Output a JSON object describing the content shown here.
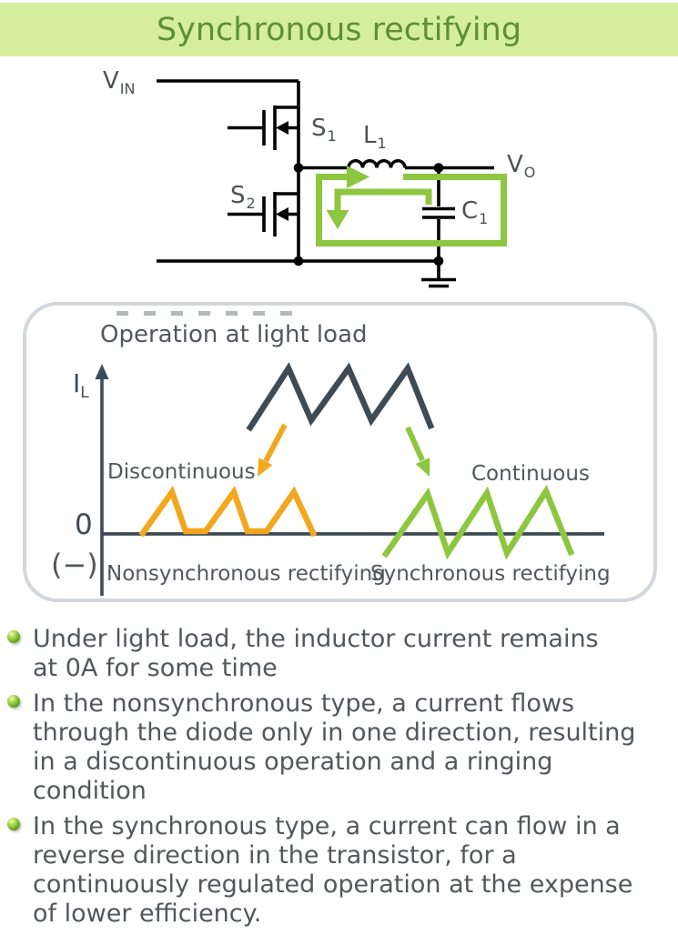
{
  "title": "Synchronous rectifying",
  "colors": {
    "accent_green": "#8dc63f",
    "orange": "#f2a71d",
    "dark_slate": "#3e4a54",
    "title_green": "#5e9033",
    "banner_bg": "#d5ee9d",
    "text_gray": "#53575c",
    "box_border": "#d3d7db",
    "wire_black": "#000000"
  },
  "circuit": {
    "labels": {
      "vin": {
        "main": "V",
        "sub": "IN"
      },
      "s1": {
        "main": "S",
        "sub": "1"
      },
      "s2": {
        "main": "S",
        "sub": "2"
      },
      "l1": {
        "main": "L",
        "sub": "1"
      },
      "c1": {
        "main": "C",
        "sub": "1"
      },
      "vo": {
        "main": "V",
        "sub": "O"
      }
    }
  },
  "graph": {
    "title": "Operation at light load",
    "y_axis_label": {
      "main": "I",
      "sub": "L"
    },
    "zero_label": "0",
    "negative_label": "(−)",
    "waveform_labels": {
      "left": "Discontinuous",
      "right": "Continuous"
    },
    "mode_labels": {
      "left": "Nonsynchronous rectifying",
      "right": "Synchronous rectifying"
    },
    "waves": {
      "heavy_load": "275,470 317,405 342,462 383,405 408,462 448,405 473,468",
      "discontinuous": "157,586 189,541 204,584 226,584 257,541 272,584 293,584 323,541 344,586",
      "continuous": "424,609 470,543 492,608 535,542 557,608 600,540 627,607"
    }
  },
  "bullets": [
    {
      "lines": [
        "Under light load, the inductor current remains",
        "at 0A for some time"
      ]
    },
    {
      "lines": [
        "In the nonsynchronous type, a current flows",
        "through the diode only in one direction, resulting",
        "in a discontinuous operation and a ringing",
        "condition"
      ]
    },
    {
      "lines": [
        "In the synchronous type, a current can flow in a",
        "reverse direction in the transistor, for a",
        "continuously regulated operation at the expense",
        "of lower efficiency."
      ]
    }
  ]
}
